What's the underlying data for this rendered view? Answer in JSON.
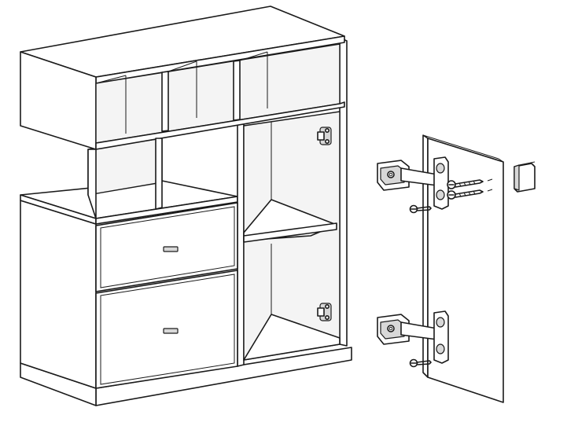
{
  "diagram": {
    "subject": "cabinet-assembly",
    "parts": [
      {
        "name": "cabinet",
        "icon": "cabinet-body"
      },
      {
        "name": "top-shelf-unit",
        "icon": "open-shelf"
      },
      {
        "name": "drawer-top",
        "icon": "drawer"
      },
      {
        "name": "drawer-bottom",
        "icon": "drawer"
      },
      {
        "name": "door-panel",
        "icon": "door"
      },
      {
        "name": "hinge-upper",
        "icon": "cup-hinge"
      },
      {
        "name": "hinge-lower",
        "icon": "cup-hinge"
      },
      {
        "name": "screws",
        "icon": "wood-screw"
      },
      {
        "name": "door-bumper",
        "icon": "bumper-pad"
      }
    ],
    "colors": {
      "line": "#1a1a1a",
      "panel": "#ffffff",
      "shade": "#d8d8d8",
      "background": "#ffffff"
    }
  }
}
